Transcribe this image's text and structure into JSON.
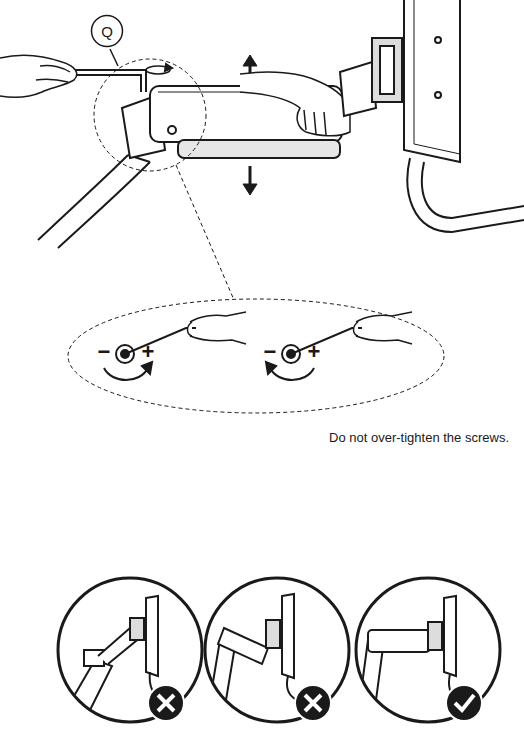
{
  "diagram": {
    "nodes": [
      {
        "text": [
          "Q"
        ]
      }
    ],
    "labels": [
      "−",
      "+",
      "−",
      "+",
      "Do not over-tighten the screws."
    ]
  }
}
